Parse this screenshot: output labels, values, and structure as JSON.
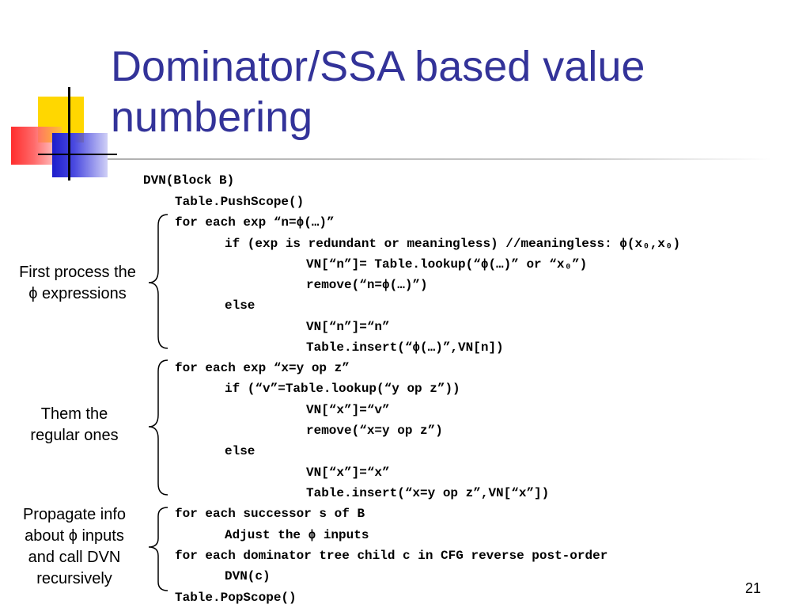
{
  "slide": {
    "title_lines": [
      "Dominator/SSA based value",
      "numbering"
    ],
    "page_number": "21"
  },
  "code_lines": [
    "DVN(Block B)",
    "Table.PushScope()",
    "for each exp “n=ϕ(…)”",
    "if (exp is redundant or meaningless) //meaningless: ϕ(x₀,x₀)",
    "VN[“n”]= Table.lookup(“ϕ(…)” or “x₀”)",
    "remove(“n=ϕ(…)”)",
    "else",
    "VN[“n”]=“n”",
    "Table.insert(“ϕ(…)”,VN[n])",
    "for each exp “x=y op z”",
    "if (“v”=Table.lookup(“y op z”))",
    "VN[“x”]=“v”",
    "remove(“x=y op z”)",
    "else",
    "VN[“x”]=“x”",
    "Table.insert(“x=y op z”,VN[“x”])",
    "for each successor s of B",
    "Adjust the ϕ inputs",
    "for each dominator tree child c in CFG reverse post-order",
    "DVN(c)",
    "Table.PopScope()"
  ],
  "annotations": [
    {
      "lines": [
        "First process the",
        "ϕ  expressions"
      ]
    },
    {
      "lines": [
        "Them the",
        "regular ones"
      ]
    },
    {
      "lines": [
        "Propagate info",
        "about ϕ  inputs",
        "and call DVN",
        "recursively"
      ]
    }
  ]
}
